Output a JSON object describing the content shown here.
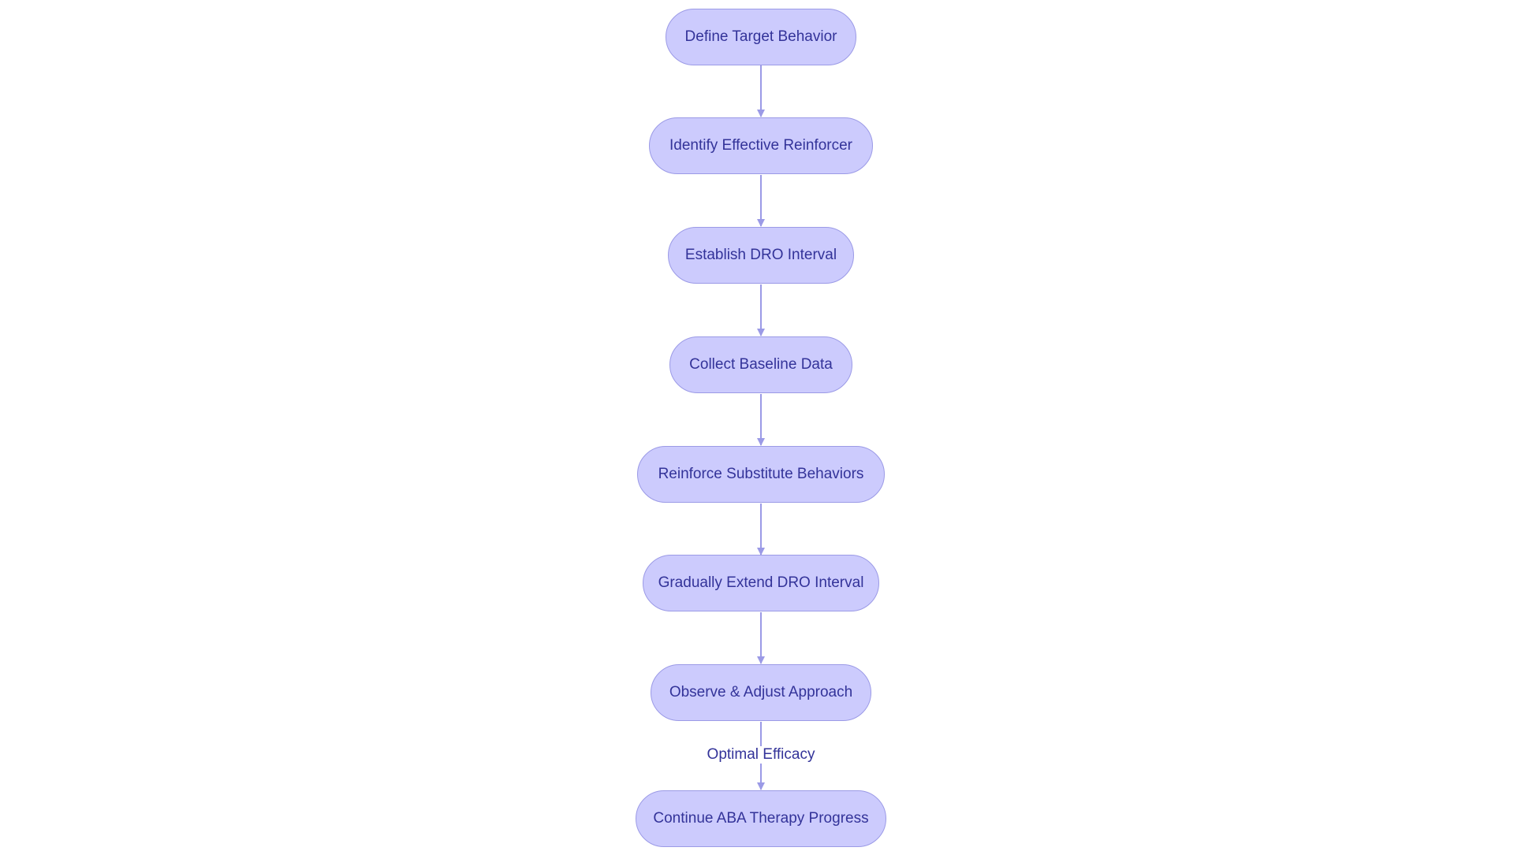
{
  "colors": {
    "node_fill": "#cccbfd",
    "node_border": "#9b9ae6",
    "text": "#333399",
    "connector": "#9b9ae6"
  },
  "nodes": [
    {
      "id": "n1",
      "label": "Define Target Behavior"
    },
    {
      "id": "n2",
      "label": "Identify Effective Reinforcer"
    },
    {
      "id": "n3",
      "label": "Establish DRO Interval"
    },
    {
      "id": "n4",
      "label": "Collect Baseline Data"
    },
    {
      "id": "n5",
      "label": "Reinforce Substitute Behaviors"
    },
    {
      "id": "n6",
      "label": "Gradually Extend DRO Interval"
    },
    {
      "id": "n7",
      "label": "Observe & Adjust Approach"
    },
    {
      "id": "n8",
      "label": "Continue ABA Therapy Progress"
    }
  ],
  "edges": [
    {
      "from": "n1",
      "to": "n2",
      "label": ""
    },
    {
      "from": "n2",
      "to": "n3",
      "label": ""
    },
    {
      "from": "n3",
      "to": "n4",
      "label": ""
    },
    {
      "from": "n4",
      "to": "n5",
      "label": ""
    },
    {
      "from": "n5",
      "to": "n6",
      "label": ""
    },
    {
      "from": "n6",
      "to": "n7",
      "label": ""
    },
    {
      "from": "n7",
      "to": "n8",
      "label": "Optimal Efficacy"
    }
  ]
}
